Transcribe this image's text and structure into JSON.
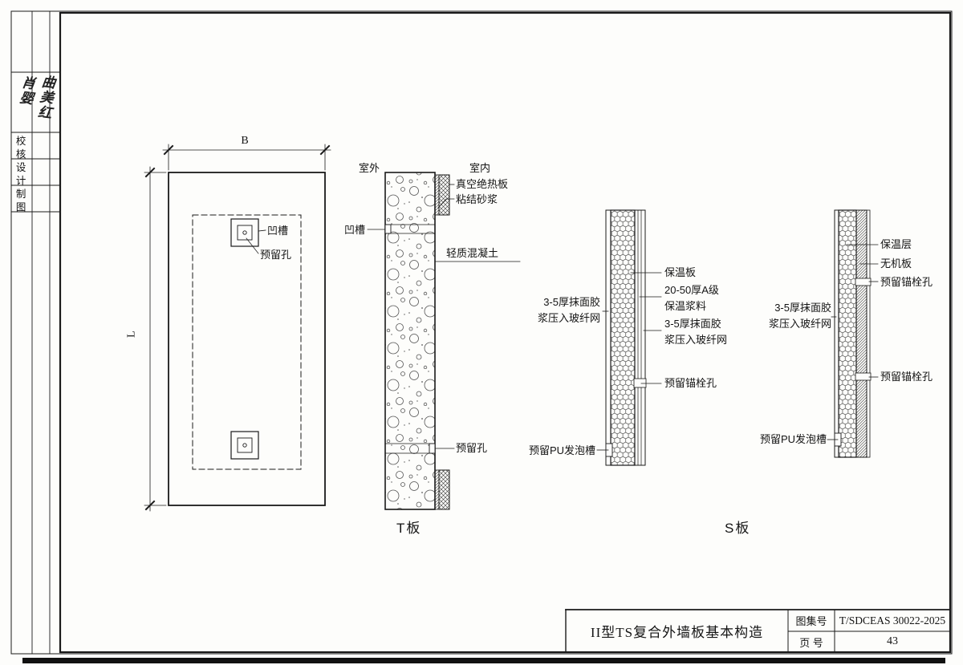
{
  "page": {
    "paper_color": "#fdfdfb",
    "ink_color": "#1a1a1a"
  },
  "side_strip": {
    "signatures": [
      {
        "name": "肖婴"
      },
      {
        "name": "曲美红"
      }
    ],
    "rows": [
      {
        "label": "校核"
      },
      {
        "label": "设计"
      },
      {
        "label": "制图"
      }
    ]
  },
  "plan_view": {
    "dim_width": "B",
    "dim_length": "L",
    "groove_label": "凹槽",
    "hole_label": "预留孔"
  },
  "t_panel": {
    "outdoor_label": "室外",
    "indoor_label": "室内",
    "vip_label": "真空绝热板",
    "mortar_label": "粘结砂浆",
    "groove_label": "凹槽",
    "concrete_label": "轻质混凝土",
    "hole_label": "预留孔",
    "caption": "T板"
  },
  "s_panel_mid": {
    "insulation_board_label": "保温板",
    "slurry_label_line1": "20-50厚A级",
    "slurry_label_line2": "保温浆料",
    "plaster_right_line1": "3-5厚抹面胶",
    "plaster_right_line2": "浆压入玻纤网",
    "plaster_left_line1": "3-5厚抹面胶",
    "plaster_left_line2": "浆压入玻纤网",
    "anchor_hole_label": "预留锚栓孔",
    "pu_groove_label": "预留PU发泡槽"
  },
  "s_panel_right": {
    "insulation_layer_label": "保温层",
    "inorganic_board_label": "无机板",
    "anchor_hole_top_label": "预留锚栓孔",
    "anchor_hole_bottom_label": "预留锚栓孔",
    "plaster_left_line1": "3-5厚抹面胶",
    "plaster_left_line2": "浆压入玻纤网",
    "pu_groove_label": "预留PU发泡槽",
    "caption": "S板"
  },
  "title_block": {
    "drawing_title": "II型TS复合外墙板基本构造",
    "atlas_no_label": "图集号",
    "atlas_no_value": "T/SDCEAS 30022-2025",
    "page_no_label": "页 号",
    "page_no_value": "43"
  }
}
